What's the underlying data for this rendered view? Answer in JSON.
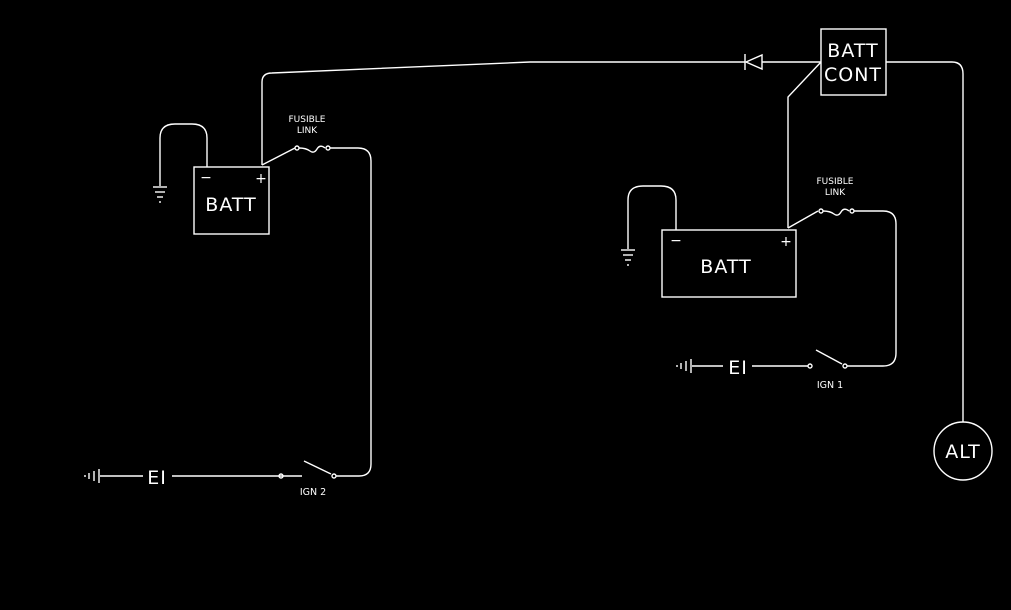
{
  "colors": {
    "background": "#000000",
    "line": "#ffffff"
  },
  "labels": {
    "batt_left": "BATT",
    "batt_right": "BATT",
    "plus": "+",
    "minus": "−",
    "fusible_left_1": "FUSIBLE",
    "fusible_left_2": "LINK",
    "fusible_right_1": "FUSIBLE",
    "fusible_right_2": "LINK",
    "batt_cont_1": "BATT",
    "batt_cont_2": "CONT",
    "alt": "ALT",
    "ei_left": "EI",
    "ei_right": "EI",
    "ign_2": "IGN 2",
    "ign_1": "IGN 1"
  },
  "icons": [
    "ground-icon",
    "diode-icon",
    "switch-icon",
    "fusible-link-icon"
  ]
}
